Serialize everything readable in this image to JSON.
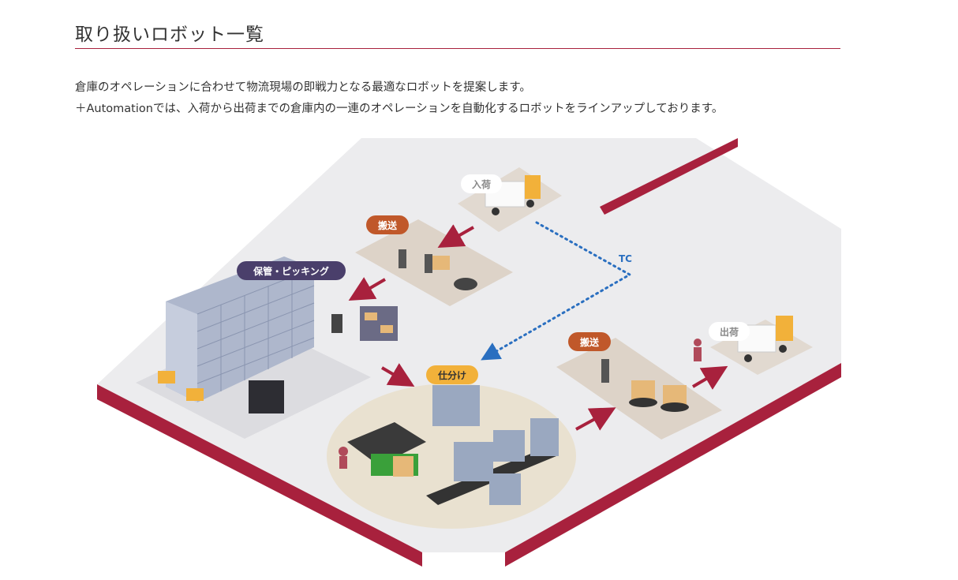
{
  "section": {
    "title": "取り扱いロボット一覧",
    "intro_lines": [
      "倉庫のオペレーションに合わせて物流現場の即戦力となる最適なロボットを提案します。",
      "＋Automationでは、入荷から出荷までの倉庫内の一連のオペレーションを自動化するロボットをラインアップしております。"
    ]
  },
  "diagram": {
    "labels": {
      "inbound": "入荷",
      "transport_top": "搬送",
      "storage_picking": "保管・ピッキング",
      "tc": "TC",
      "sorting": "仕分け",
      "transport_bottom": "搬送",
      "outbound": "出荷"
    },
    "colors": {
      "accent": "#a8213d",
      "floor": "#ececee",
      "zone": "#ddd3c8",
      "badge_orange": "#c0582a",
      "badge_purple": "#4a3f6b",
      "badge_yellow": "#f2b13a",
      "badge_white": "#ffffff",
      "dotted_line": "#2a6fc0"
    }
  }
}
